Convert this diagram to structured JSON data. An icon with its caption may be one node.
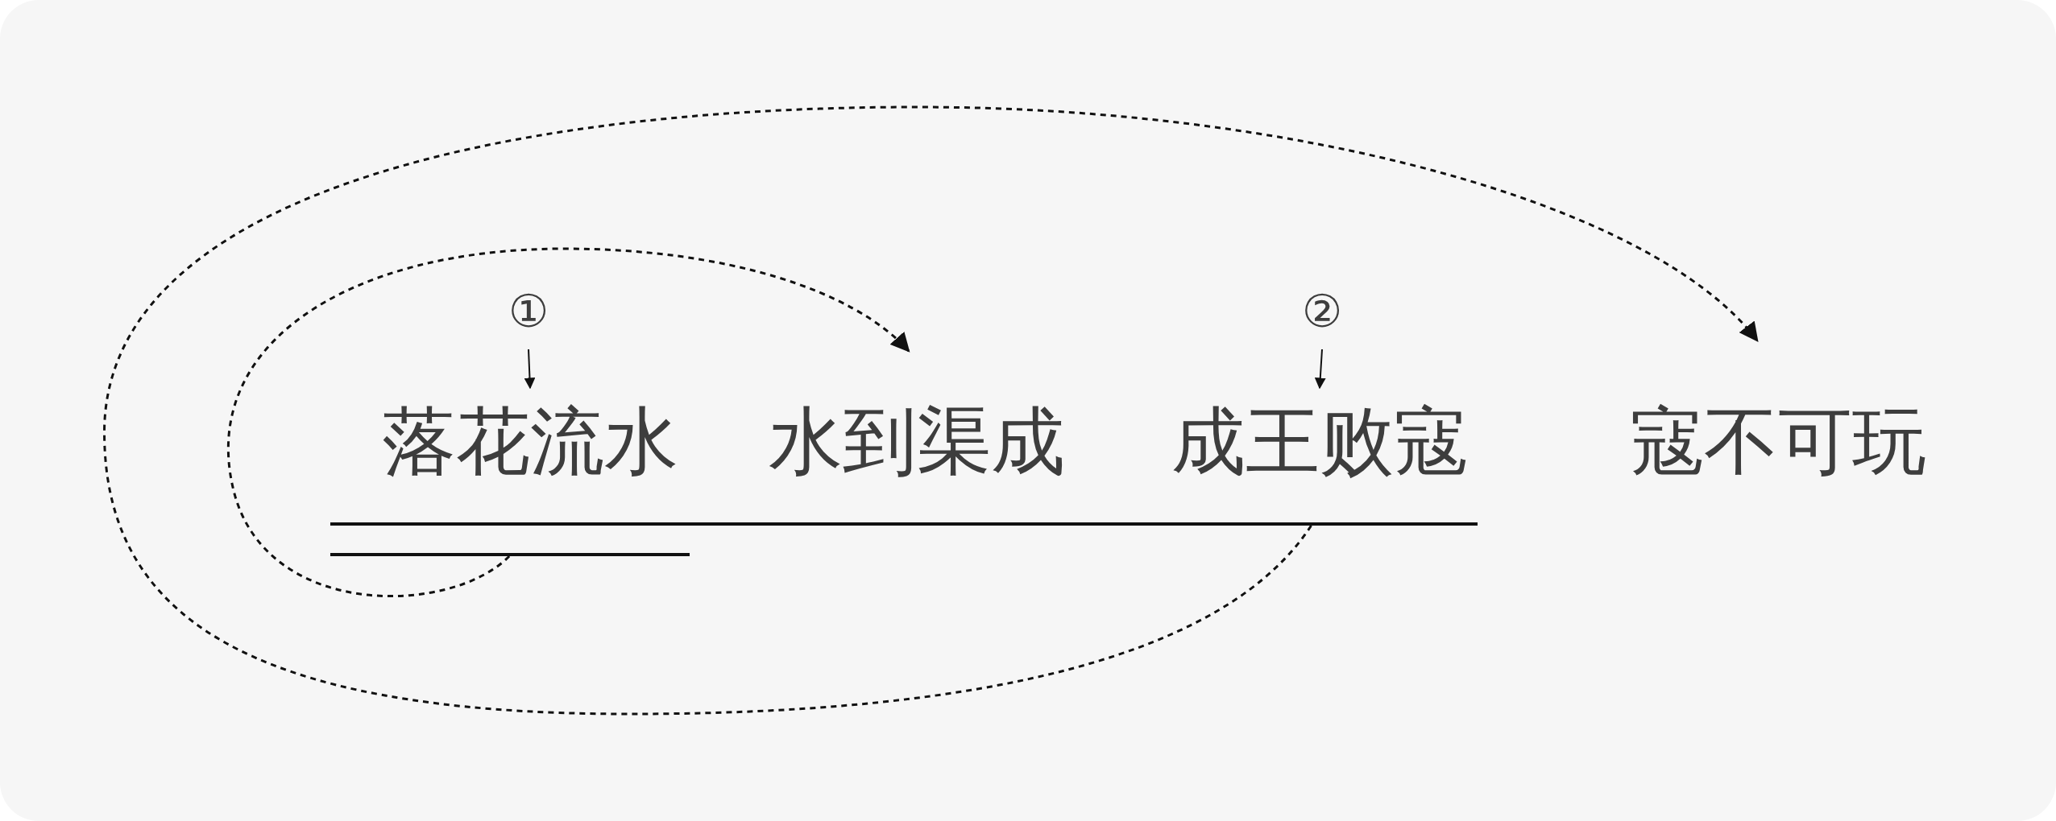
{
  "diagram": {
    "nodes": [
      {
        "text": [
          "①"
        ]
      },
      {
        "text": [
          "②"
        ]
      },
      {
        "text": [
          "落花流水"
        ]
      },
      {
        "text": [
          "水到渠成"
        ]
      },
      {
        "text": [
          "成王败寇"
        ]
      },
      {
        "text": [
          "寇不可玩"
        ]
      },
      {
        "text": [],
        "shape": "bar"
      },
      {
        "text": [],
        "shape": "bar"
      }
    ],
    "edges": [
      {
        "from": 0,
        "to": 2,
        "arrow": "to"
      },
      {
        "from": 1,
        "to": 4,
        "arrow": "to"
      },
      {
        "from": 7,
        "to": 3,
        "arrow": "to",
        "style": "dashed"
      },
      {
        "from": 6,
        "to": 5,
        "arrow": "to",
        "style": "dashed"
      }
    ]
  }
}
